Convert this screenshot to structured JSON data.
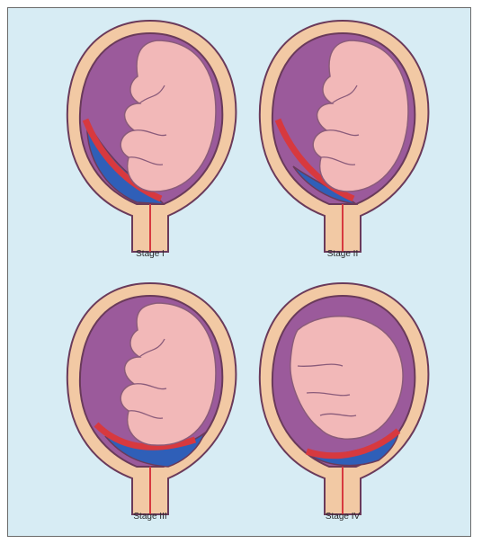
{
  "figure": {
    "panels": [
      {
        "id": "stage-1",
        "caption": "Stage I"
      },
      {
        "id": "stage-2",
        "caption": "Stage II"
      },
      {
        "id": "stage-3",
        "caption": "Stage III"
      },
      {
        "id": "stage-4",
        "caption": "Stage IV"
      }
    ],
    "colors": {
      "background": "#d7ecf4",
      "wall": "#f2c9a4",
      "wall_outline": "#6a3a5a",
      "cavity": "#9b5a9b",
      "fetus": "#f2b8b8",
      "fetus_outline": "#8a5b7a",
      "placenta": "#d7393f",
      "blood": "#2f5fb8"
    }
  }
}
